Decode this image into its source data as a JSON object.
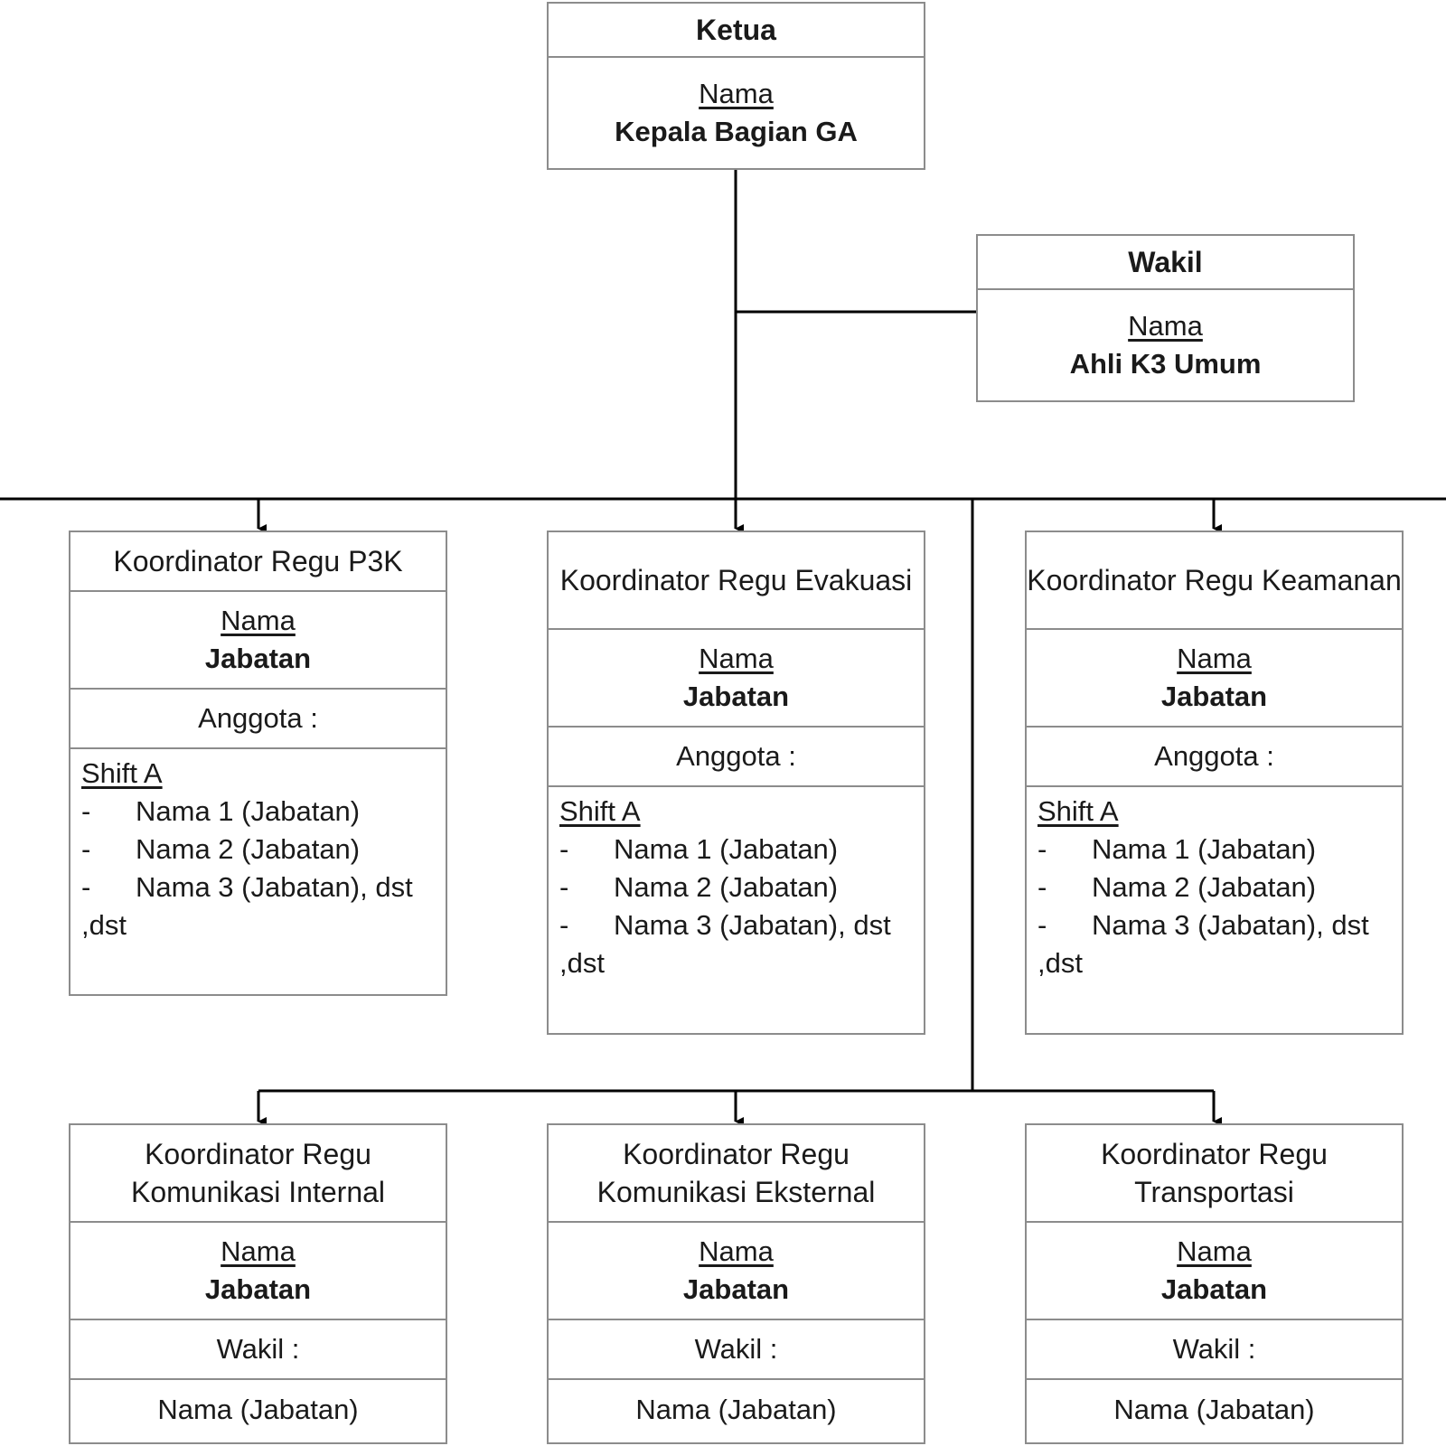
{
  "ketua": {
    "title": "Ketua",
    "name_label": "Nama",
    "role": "Kepala Bagian GA"
  },
  "wakil": {
    "title": "Wakil",
    "name_label": "Nama",
    "role": "Ahli K3 Umum"
  },
  "regu_top": [
    {
      "title": "Koordinator Regu P3K",
      "name_label": "Nama",
      "role": "Jabatan",
      "anggota_label": "Anggota :",
      "shift_label": "Shift A",
      "members": [
        {
          "dash": "-",
          "text": "Nama 1 (Jabatan)"
        },
        {
          "dash": "-",
          "text": "Nama 2 (Jabatan)"
        },
        {
          "dash": "-",
          "text": "Nama 3 (Jabatan), dst"
        }
      ],
      "etc": ",dst"
    },
    {
      "title": "Koordinator Regu Evakuasi",
      "name_label": "Nama",
      "role": "Jabatan",
      "anggota_label": "Anggota :",
      "shift_label": "Shift A",
      "members": [
        {
          "dash": "-",
          "text": "Nama 1 (Jabatan)"
        },
        {
          "dash": "-",
          "text": "Nama 2 (Jabatan)"
        },
        {
          "dash": "-",
          "text": "Nama 3 (Jabatan), dst"
        }
      ],
      "etc": ",dst"
    },
    {
      "title": "Koordinator Regu Keamanan",
      "name_label": "Nama",
      "role": "Jabatan",
      "anggota_label": "Anggota :",
      "shift_label": "Shift A",
      "members": [
        {
          "dash": "-",
          "text": "Nama 1 (Jabatan)"
        },
        {
          "dash": "-",
          "text": "Nama 2 (Jabatan)"
        },
        {
          "dash": "-",
          "text": "Nama 3 (Jabatan), dst"
        }
      ],
      "etc": ",dst"
    }
  ],
  "regu_bottom": [
    {
      "title": "Koordinator Regu Komunikasi Internal",
      "name_label": "Nama",
      "role": "Jabatan",
      "wakil_label": "Wakil :",
      "wakil_name": "Nama (Jabatan)"
    },
    {
      "title": "Koordinator Regu Komunikasi Eksternal",
      "name_label": "Nama",
      "role": "Jabatan",
      "wakil_label": "Wakil :",
      "wakil_name": "Nama (Jabatan)"
    },
    {
      "title": "Koordinator Regu Transportasi",
      "name_label": "Nama",
      "role": "Jabatan",
      "wakil_label": "Wakil :",
      "wakil_name": "Nama (Jabatan)"
    }
  ]
}
